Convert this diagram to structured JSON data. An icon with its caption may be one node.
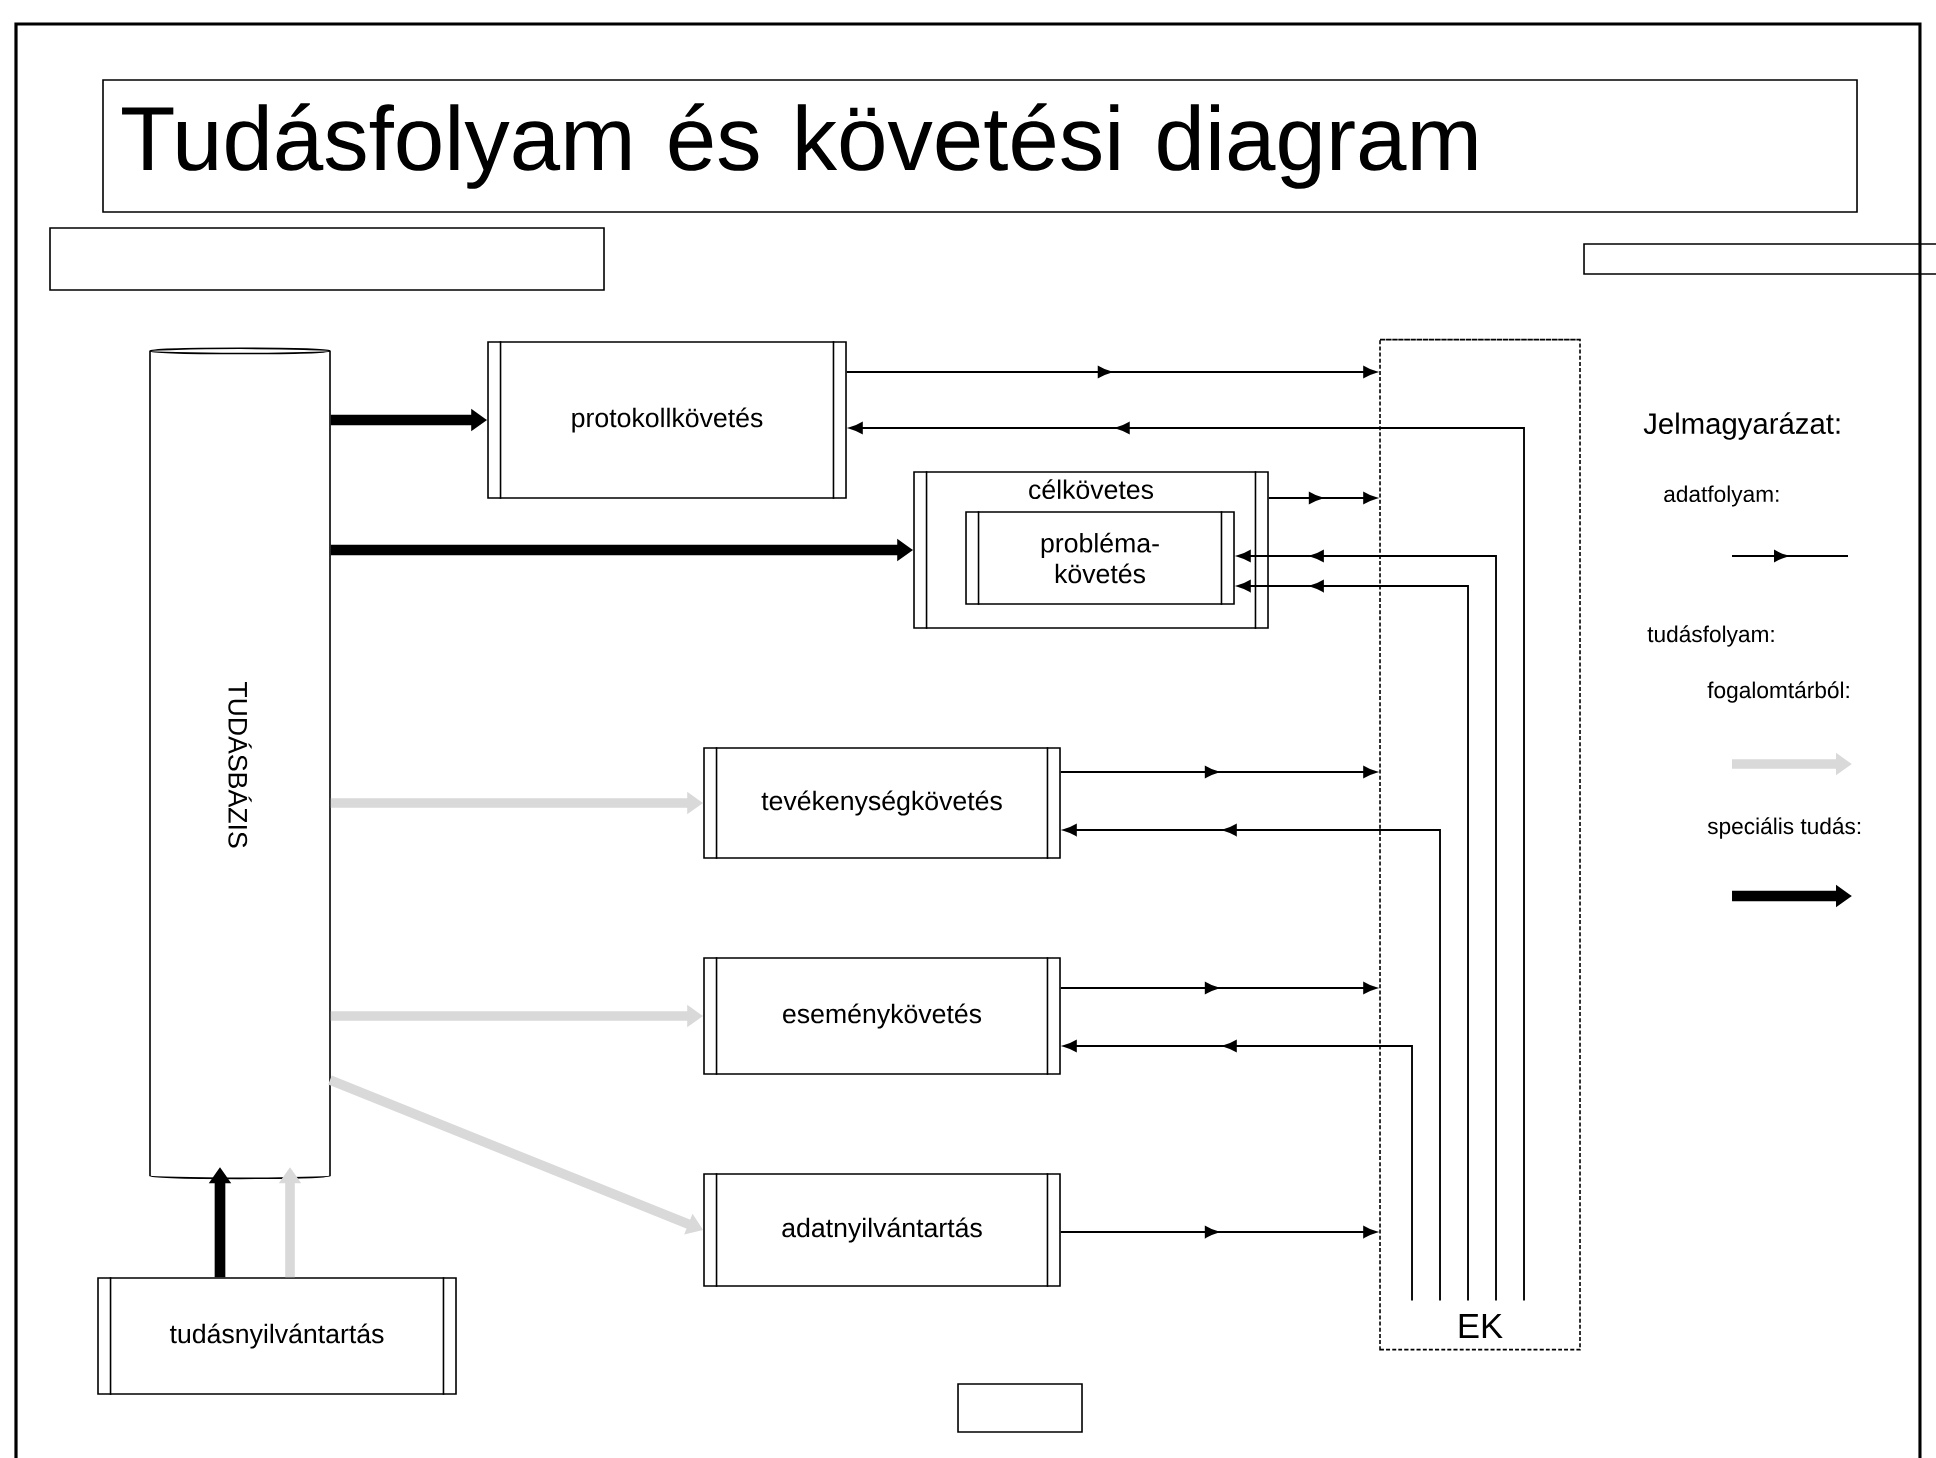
{
  "diagram": {
    "title": "Tudásfolyam és követési diagram",
    "nodes": [
      {
        "text": [
          "TUDÁSBÁZIS"
        ]
      },
      {
        "text": [
          "protokollkövetés"
        ]
      },
      {
        "text": [
          "célkövetes"
        ]
      },
      {
        "text": [
          "probléma- követés"
        ],
        "in": 2
      },
      {
        "text": [
          "tevékenységkövetés"
        ]
      },
      {
        "text": [
          "eseménykövetés"
        ]
      },
      {
        "text": [
          "adatnyilvántartás"
        ]
      },
      {
        "text": [
          "EK"
        ]
      },
      {
        "text": [
          "tudásnyilvántartás"
        ]
      },
      {
        "text": [],
        "shape": "box"
      },
      {
        "text": [],
        "shape": "box"
      },
      {
        "text": [],
        "shape": "box"
      }
    ],
    "edges": [
      {
        "from": 0,
        "to": 1,
        "arrow": "to",
        "style": "thick"
      },
      {
        "from": 0,
        "to": 2,
        "arrow": "to",
        "style": "thick"
      },
      {
        "from": 0,
        "to": 4,
        "arrow": "to",
        "style": "thick",
        "color": "#d9d9d9"
      },
      {
        "from": 0,
        "to": 5,
        "arrow": "to",
        "style": "thick",
        "color": "#d9d9d9"
      },
      {
        "from": 0,
        "to": 6,
        "arrow": "to",
        "style": "thick",
        "color": "#d9d9d9"
      },
      {
        "from": 8,
        "to": 0,
        "arrow": "to",
        "style": "thick"
      },
      {
        "from": 8,
        "to": 0,
        "arrow": "to",
        "style": "thick",
        "color": "#d9d9d9"
      },
      {
        "from": 1,
        "to": 7,
        "arrow": "to"
      },
      {
        "from": 7,
        "to": 1,
        "arrow": "to"
      },
      {
        "from": 2,
        "to": 7,
        "arrow": "to"
      },
      {
        "from": 7,
        "to": 3,
        "arrow": "to"
      },
      {
        "from": 7,
        "to": 3,
        "arrow": "to"
      },
      {
        "from": 4,
        "to": 7,
        "arrow": "to"
      },
      {
        "from": 7,
        "to": 4,
        "arrow": "to"
      },
      {
        "from": 5,
        "to": 7,
        "arrow": "to"
      },
      {
        "from": 7,
        "to": 5,
        "arrow": "to"
      },
      {
        "from": 6,
        "to": 7,
        "arrow": "to"
      }
    ],
    "labels": [
      "Jelmagyarázat:",
      "tudásfolyam:"
    ],
    "legend": [
      {
        "text": "adatfolyam:"
      },
      {
        "text": "fogalomtárból:"
      },
      {
        "text": "speciális tudás:"
      }
    ]
  }
}
